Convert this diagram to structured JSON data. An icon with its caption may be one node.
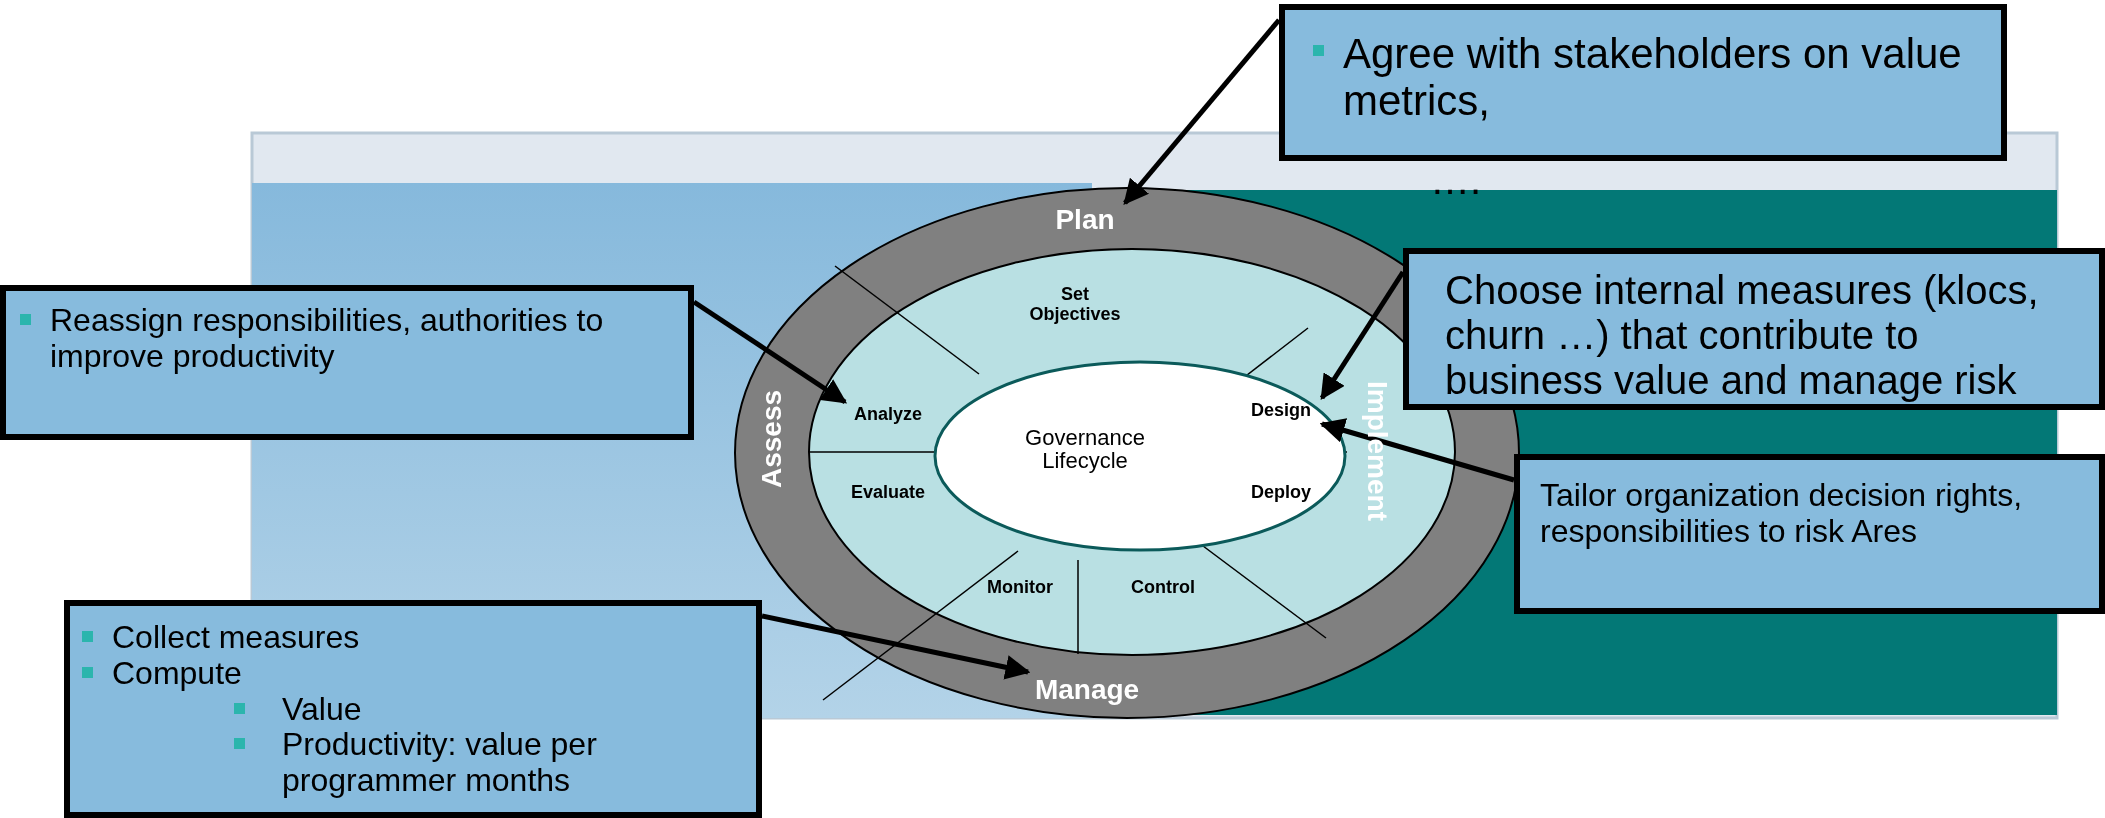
{
  "diagram": {
    "nodes": [
      {
        "text": [
          "Agree with stakeholders on value metrics,"
        ]
      },
      {
        "text": [
          "Reassign responsibilities, authorities to improve productivity"
        ]
      },
      {
        "text": [
          "Choose internal measures (klocs, churn …) that contribute to business value and manage risk"
        ]
      },
      {
        "text": [
          "Tailor organization decision rights, responsibilities  to risk Ares"
        ]
      },
      {
        "text": [
          "Collect measures",
          "Compute",
          "Value",
          "Productivity: value per programmer months"
        ]
      },
      {
        "text": [
          "Plan"
        ]
      },
      {
        "text": [
          "Implement"
        ]
      },
      {
        "text": [
          "Manage"
        ]
      },
      {
        "text": [
          "Assess"
        ]
      },
      {
        "text": [
          "Set Objectives"
        ]
      },
      {
        "text": [
          "Design"
        ]
      },
      {
        "text": [
          "Deploy"
        ]
      },
      {
        "text": [
          "Control"
        ]
      },
      {
        "text": [
          "Monitor"
        ]
      },
      {
        "text": [
          "Evaluate"
        ]
      },
      {
        "text": [
          "Analyze"
        ]
      },
      {
        "text": [
          "Governance Lifecycle"
        ]
      }
    ],
    "edges": [
      {
        "from": 0,
        "to": 5,
        "arrow": "to"
      },
      {
        "from": 1,
        "to": 15,
        "arrow": "to"
      },
      {
        "from": 2,
        "to": 10,
        "arrow": "to"
      },
      {
        "from": 3,
        "to": 10,
        "arrow": "to"
      },
      {
        "from": 4,
        "to": 7,
        "arrow": "to"
      }
    ],
    "labels": [
      "…."
    ]
  }
}
